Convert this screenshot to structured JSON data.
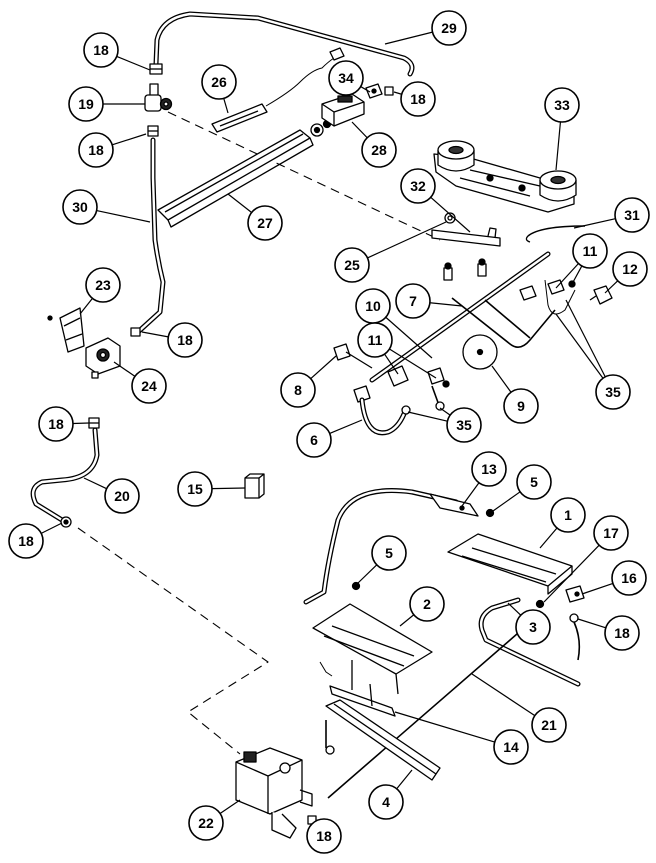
{
  "diagram": {
    "callouts": [
      "29",
      "18",
      "26",
      "34",
      "18",
      "33",
      "19",
      "18",
      "28",
      "32",
      "30",
      "27",
      "31",
      "25",
      "11",
      "12",
      "23",
      "7",
      "10",
      "18",
      "11",
      "24",
      "8",
      "9",
      "35",
      "18",
      "35",
      "6",
      "15",
      "13",
      "5",
      "20",
      "1",
      "17",
      "18",
      "5",
      "16",
      "2",
      "3",
      "18",
      "21",
      "14",
      "22",
      "18",
      "4"
    ]
  }
}
